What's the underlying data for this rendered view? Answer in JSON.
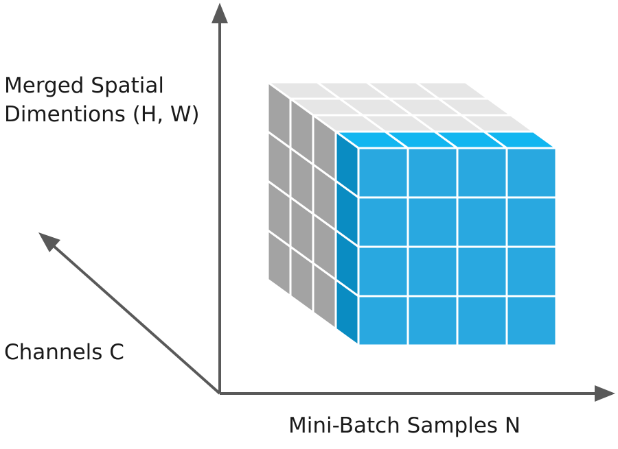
{
  "labels": {
    "spatial_line1": "Merged Spatial",
    "spatial_line2": "Dimentions (H, W)",
    "channels": "Channels C",
    "batch": "Mini-Batch Samples N"
  },
  "cube": {
    "size": 4
  },
  "colors": {
    "axis": "#595959",
    "front_face": "#29a8e0",
    "top_face_front_row": "#12b6f0",
    "top_face_back": "#e6e6e6",
    "side_face_front": "#0a8cc2",
    "side_face_back": "#a3a3a3",
    "grid_line": "#ffffff"
  }
}
